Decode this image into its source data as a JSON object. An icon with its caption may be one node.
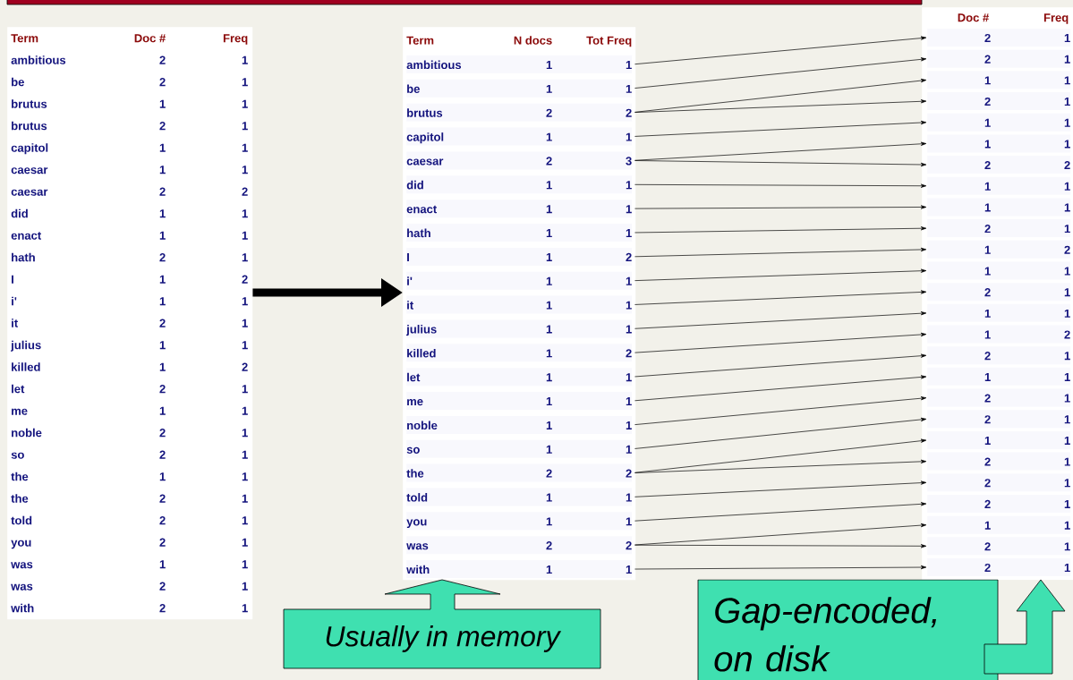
{
  "diagram": {
    "nodes": [
      {
        "text": [
          "Term",
          "Doc #",
          "Freq",
          "ambitious",
          "2",
          "1",
          "be",
          "2",
          "1",
          "brutus",
          "1",
          "1",
          "brutus",
          "2",
          "1",
          "capitol",
          "1",
          "1",
          "caesar",
          "1",
          "1",
          "caesar",
          "2",
          "2",
          "did",
          "1",
          "1",
          "enact",
          "1",
          "1",
          "hath",
          "2",
          "1",
          "I",
          "1",
          "2",
          "i'",
          "1",
          "1",
          "it",
          "2",
          "1",
          "julius",
          "1",
          "1",
          "killed",
          "1",
          "2",
          "let",
          "2",
          "1",
          "me",
          "1",
          "1",
          "noble",
          "2",
          "1",
          "so",
          "2",
          "1",
          "the",
          "1",
          "1",
          "the",
          "2",
          "1",
          "told",
          "2",
          "1",
          "you",
          "2",
          "1",
          "was",
          "1",
          "1",
          "was",
          "2",
          "1",
          "with",
          "2",
          "1"
        ]
      },
      {
        "text": [
          "Term",
          "N docs",
          "Tot Freq"
        ]
      },
      {
        "text": [
          "ambitious",
          "1",
          "1"
        ],
        "in": 1
      },
      {
        "text": [
          "be",
          "1",
          "1"
        ],
        "in": 1
      },
      {
        "text": [
          "brutus",
          "2",
          "2"
        ],
        "in": 1
      },
      {
        "text": [
          "capitol",
          "1",
          "1"
        ],
        "in": 1
      },
      {
        "text": [
          "caesar",
          "2",
          "3"
        ],
        "in": 1
      },
      {
        "text": [
          "did",
          "1",
          "1"
        ],
        "in": 1
      },
      {
        "text": [
          "enact",
          "1",
          "1"
        ],
        "in": 1
      },
      {
        "text": [
          "hath",
          "1",
          "1"
        ],
        "in": 1
      },
      {
        "text": [
          "I",
          "1",
          "2"
        ],
        "in": 1
      },
      {
        "text": [
          "i'",
          "1",
          "1"
        ],
        "in": 1
      },
      {
        "text": [
          "it",
          "1",
          "1"
        ],
        "in": 1
      },
      {
        "text": [
          "julius",
          "1",
          "1"
        ],
        "in": 1
      },
      {
        "text": [
          "killed",
          "1",
          "2"
        ],
        "in": 1
      },
      {
        "text": [
          "let",
          "1",
          "1"
        ],
        "in": 1
      },
      {
        "text": [
          "me",
          "1",
          "1"
        ],
        "in": 1
      },
      {
        "text": [
          "noble",
          "1",
          "1"
        ],
        "in": 1
      },
      {
        "text": [
          "so",
          "1",
          "1"
        ],
        "in": 1
      },
      {
        "text": [
          "the",
          "2",
          "2"
        ],
        "in": 1
      },
      {
        "text": [
          "told",
          "1",
          "1"
        ],
        "in": 1
      },
      {
        "text": [
          "you",
          "1",
          "1"
        ],
        "in": 1
      },
      {
        "text": [
          "was",
          "2",
          "2"
        ],
        "in": 1
      },
      {
        "text": [
          "with",
          "1",
          "1"
        ],
        "in": 1
      },
      {
        "text": [
          "Doc #",
          "Freq"
        ]
      },
      {
        "text": [
          "2",
          "1"
        ],
        "in": 24
      },
      {
        "text": [
          "2",
          "1"
        ],
        "in": 24
      },
      {
        "text": [
          "1",
          "1"
        ],
        "in": 24
      },
      {
        "text": [
          "2",
          "1"
        ],
        "in": 24
      },
      {
        "text": [
          "1",
          "1"
        ],
        "in": 24
      },
      {
        "text": [
          "1",
          "1"
        ],
        "in": 24
      },
      {
        "text": [
          "2",
          "2"
        ],
        "in": 24
      },
      {
        "text": [
          "1",
          "1"
        ],
        "in": 24
      },
      {
        "text": [
          "1",
          "1"
        ],
        "in": 24
      },
      {
        "text": [
          "2",
          "1"
        ],
        "in": 24
      },
      {
        "text": [
          "1",
          "2"
        ],
        "in": 24
      },
      {
        "text": [
          "1",
          "1"
        ],
        "in": 24
      },
      {
        "text": [
          "2",
          "1"
        ],
        "in": 24
      },
      {
        "text": [
          "1",
          "1"
        ],
        "in": 24
      },
      {
        "text": [
          "1",
          "2"
        ],
        "in": 24
      },
      {
        "text": [
          "2",
          "1"
        ],
        "in": 24
      },
      {
        "text": [
          "1",
          "1"
        ],
        "in": 24
      },
      {
        "text": [
          "2",
          "1"
        ],
        "in": 24
      },
      {
        "text": [
          "2",
          "1"
        ],
        "in": 24
      },
      {
        "text": [
          "1",
          "1"
        ],
        "in": 24
      },
      {
        "text": [
          "2",
          "1"
        ],
        "in": 24
      },
      {
        "text": [
          "2",
          "1"
        ],
        "in": 24
      },
      {
        "text": [
          "2",
          "1"
        ],
        "in": 24
      },
      {
        "text": [
          "1",
          "1"
        ],
        "in": 24
      },
      {
        "text": [
          "2",
          "1"
        ],
        "in": 24
      },
      {
        "text": [
          "2",
          "1"
        ],
        "in": 24
      },
      {
        "text": [
          "Usually in memory"
        ]
      },
      {
        "text": [
          "Gap-encoded, on disk"
        ]
      }
    ],
    "edges": [
      {
        "from": 0,
        "to": 1,
        "arrow": "to",
        "style": "thick"
      },
      {
        "from": 2,
        "to": 25,
        "arrow": "to"
      },
      {
        "from": 3,
        "to": 26,
        "arrow": "to"
      },
      {
        "from": 4,
        "to": 27,
        "arrow": "to"
      },
      {
        "from": 4,
        "to": 28,
        "arrow": "to"
      },
      {
        "from": 5,
        "to": 29,
        "arrow": "to"
      },
      {
        "from": 6,
        "to": 30,
        "arrow": "to"
      },
      {
        "from": 6,
        "to": 31,
        "arrow": "to"
      },
      {
        "from": 7,
        "to": 32,
        "arrow": "to"
      },
      {
        "from": 8,
        "to": 33,
        "arrow": "to"
      },
      {
        "from": 9,
        "to": 34,
        "arrow": "to"
      },
      {
        "from": 10,
        "to": 35,
        "arrow": "to"
      },
      {
        "from": 11,
        "to": 36,
        "arrow": "to"
      },
      {
        "from": 12,
        "to": 37,
        "arrow": "to"
      },
      {
        "from": 13,
        "to": 38,
        "arrow": "to"
      },
      {
        "from": 14,
        "to": 39,
        "arrow": "to"
      },
      {
        "from": 15,
        "to": 40,
        "arrow": "to"
      },
      {
        "from": 16,
        "to": 41,
        "arrow": "to"
      },
      {
        "from": 17,
        "to": 42,
        "arrow": "to"
      },
      {
        "from": 18,
        "to": 43,
        "arrow": "to"
      },
      {
        "from": 19,
        "to": 44,
        "arrow": "to"
      },
      {
        "from": 19,
        "to": 45,
        "arrow": "to"
      },
      {
        "from": 20,
        "to": 46,
        "arrow": "to"
      },
      {
        "from": 21,
        "to": 47,
        "arrow": "to"
      },
      {
        "from": 22,
        "to": 48,
        "arrow": "to"
      },
      {
        "from": 22,
        "to": 49,
        "arrow": "to"
      },
      {
        "from": 23,
        "to": 50,
        "arrow": "to"
      }
    ]
  }
}
